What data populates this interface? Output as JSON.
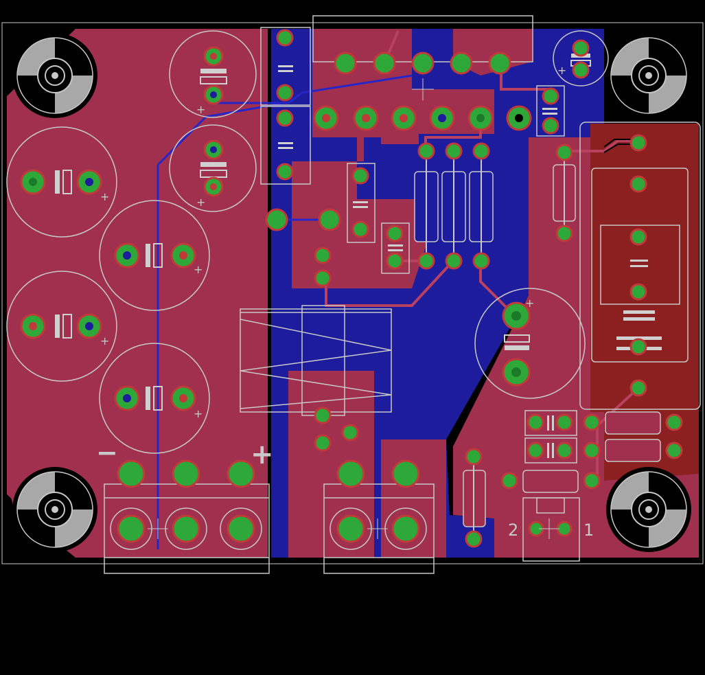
{
  "view": "PCB layout editor board view",
  "colors": {
    "background": "#000000",
    "top_copper": "#a0304e",
    "bottom_copper": "#1c1c9c",
    "pad_ring": "#2fa83a",
    "pad_hole": "#1a7a2a",
    "silkscreen": "#c8c8c8",
    "mount_hole_gray": "#a8a8a8",
    "dark_red_zone": "#8c2020"
  },
  "silkscreen_text": {
    "minus_sign": "−",
    "plus_sign": "+",
    "pin_2": "2",
    "pin_1": "1"
  },
  "icons": {
    "mounting_hole": "mount-hole-icon",
    "capacitor": "capacitor-icon",
    "resistor": "resistor-icon",
    "transformer": "transformer-icon",
    "terminal_block": "terminal-block-icon",
    "relay": "relay-icon"
  }
}
